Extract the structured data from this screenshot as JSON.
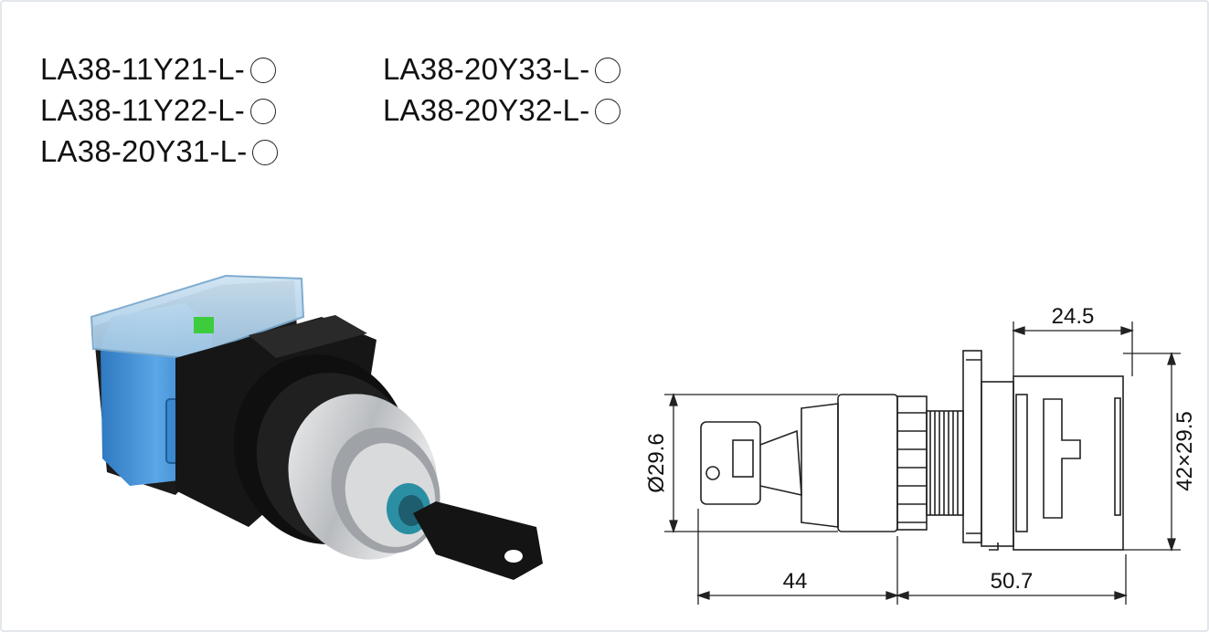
{
  "models": [
    {
      "code": "LA38-11Y21-L-"
    },
    {
      "code": "LA38-11Y22-L-"
    },
    {
      "code": "LA38-20Y31-L-"
    },
    {
      "code": "LA38-20Y33-L-"
    },
    {
      "code": "LA38-20Y32-L-"
    }
  ],
  "drawing": {
    "dim_top": "24.5",
    "dim_height": "42×29.5",
    "dim_diameter": "Ø29.6",
    "dim_left": "44",
    "dim_right": "50.7"
  },
  "colors": {
    "housing_blue": "#3f8ed6",
    "body_black": "#151515",
    "bezel_silver": "#c8cacc",
    "indicator_green": "#3ccc3c",
    "line": "#222222"
  }
}
